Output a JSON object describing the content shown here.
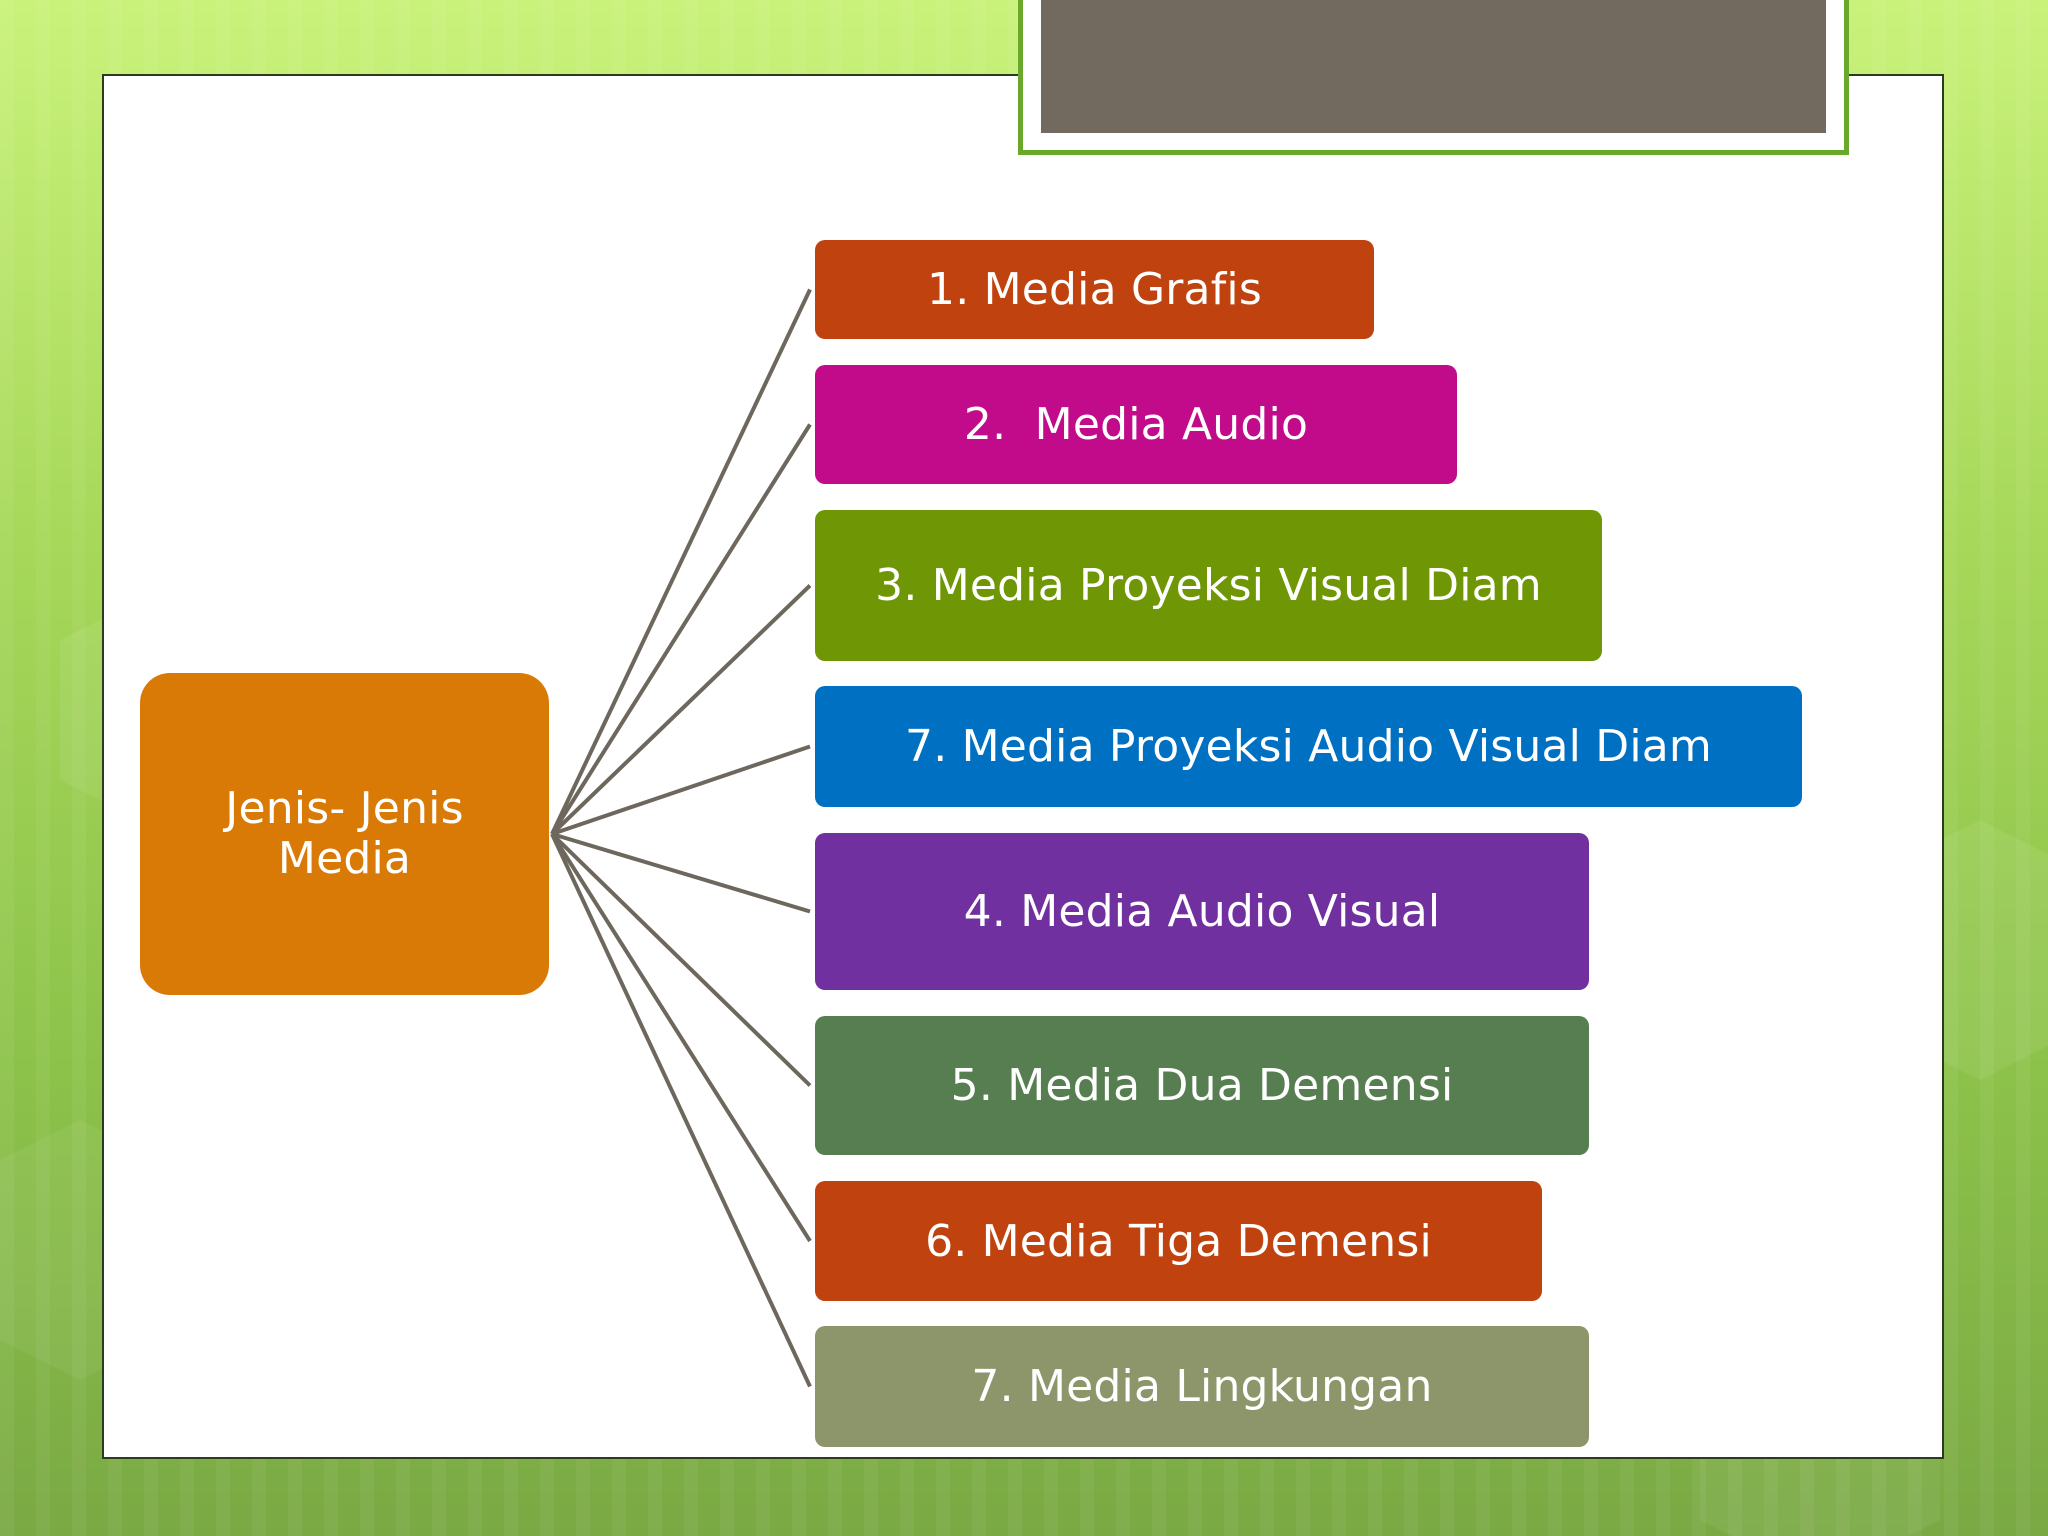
{
  "slide": {
    "title": "",
    "colors": {
      "background": "#a7d85a",
      "title_box": "#736a5f",
      "title_frame": "#69a82a",
      "connector": "#6e675e"
    }
  },
  "diagram": {
    "root": {
      "label": "Jenis- Jenis Media",
      "color": "#d97a06"
    },
    "children": [
      {
        "label": "1. Media Grafis",
        "color": "#c0430f"
      },
      {
        "label": "2.  Media Audio",
        "color": "#c20b8a"
      },
      {
        "label": "3. Media Proyeksi Visual Diam",
        "color": "#6f9705"
      },
      {
        "label": "7. Media Proyeksi Audio Visual Diam",
        "color": "#0070c3"
      },
      {
        "label": "4. Media Audio Visual",
        "color": "#7030a0"
      },
      {
        "label": "5. Media Dua Demensi",
        "color": "#567e50"
      },
      {
        "label": "6. Media Tiga Demensi",
        "color": "#c0430f"
      },
      {
        "label": "7. Media Lingkungan",
        "color": "#8d966a"
      }
    ]
  }
}
